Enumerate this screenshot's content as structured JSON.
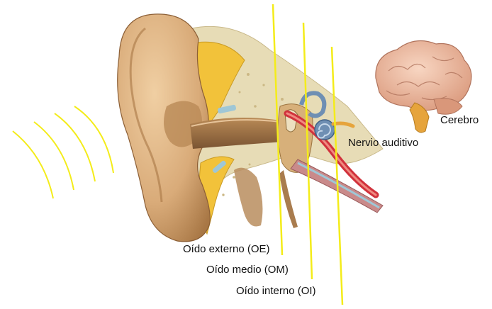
{
  "labels": {
    "outer_ear": "Oído externo (OE)",
    "middle_ear": "Oído medio (OM)",
    "inner_ear": "Oído interno (OI)",
    "auditory_nerve": "Nervio auditivo",
    "brain": "Cerebro"
  },
  "colors": {
    "divider_lines": "#f4ec1a",
    "sound_waves": "#f4ec1a",
    "skin": "#d9ab79",
    "skin_dark": "#a87745",
    "bone": "#e7dcb6",
    "fat": "#f2c23a",
    "cartilage": "#9fc7d6",
    "cochlea": "#6f8fb3",
    "nerve": "#d1323c",
    "brain": "#e9b294",
    "brain_stem": "#e6a43c"
  }
}
